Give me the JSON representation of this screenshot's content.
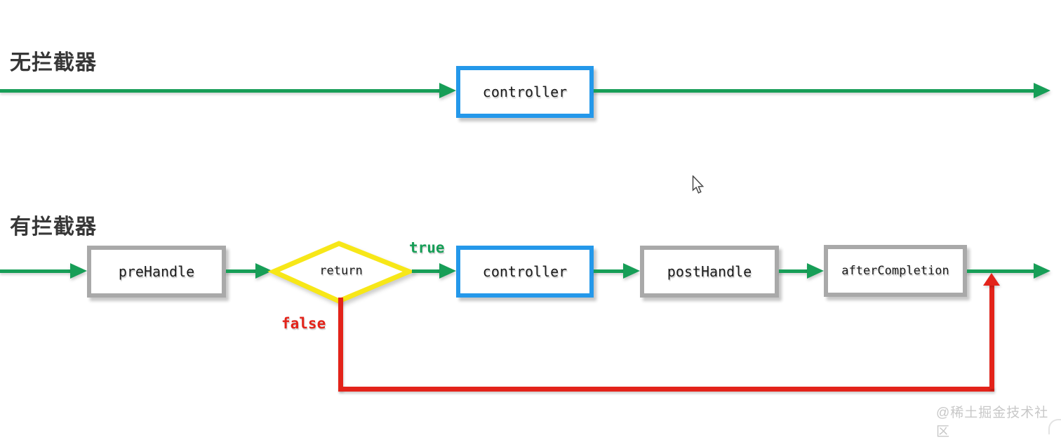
{
  "titles": {
    "no_interceptor": "无拦截器",
    "with_interceptor": "有拦截器"
  },
  "flow_no_interceptor": {
    "controller": "controller"
  },
  "flow_with_interceptor": {
    "pre_handle": "preHandle",
    "decision": "return",
    "branch_true": "true",
    "branch_false": "false",
    "controller": "controller",
    "post_handle": "postHandle",
    "after_completion": "afterCompletion"
  },
  "watermark": "@稀土掘金技术社区",
  "colors": {
    "arrow_green": "#179e57",
    "box_blue": "#2498ea",
    "box_gray": "#a9a9a9",
    "diamond_yellow": "#f7e718",
    "path_red": "#e3231a",
    "text_dark": "#1b1b1b",
    "title_gray": "#373737",
    "watermark_gray": "#c8c8c8"
  }
}
